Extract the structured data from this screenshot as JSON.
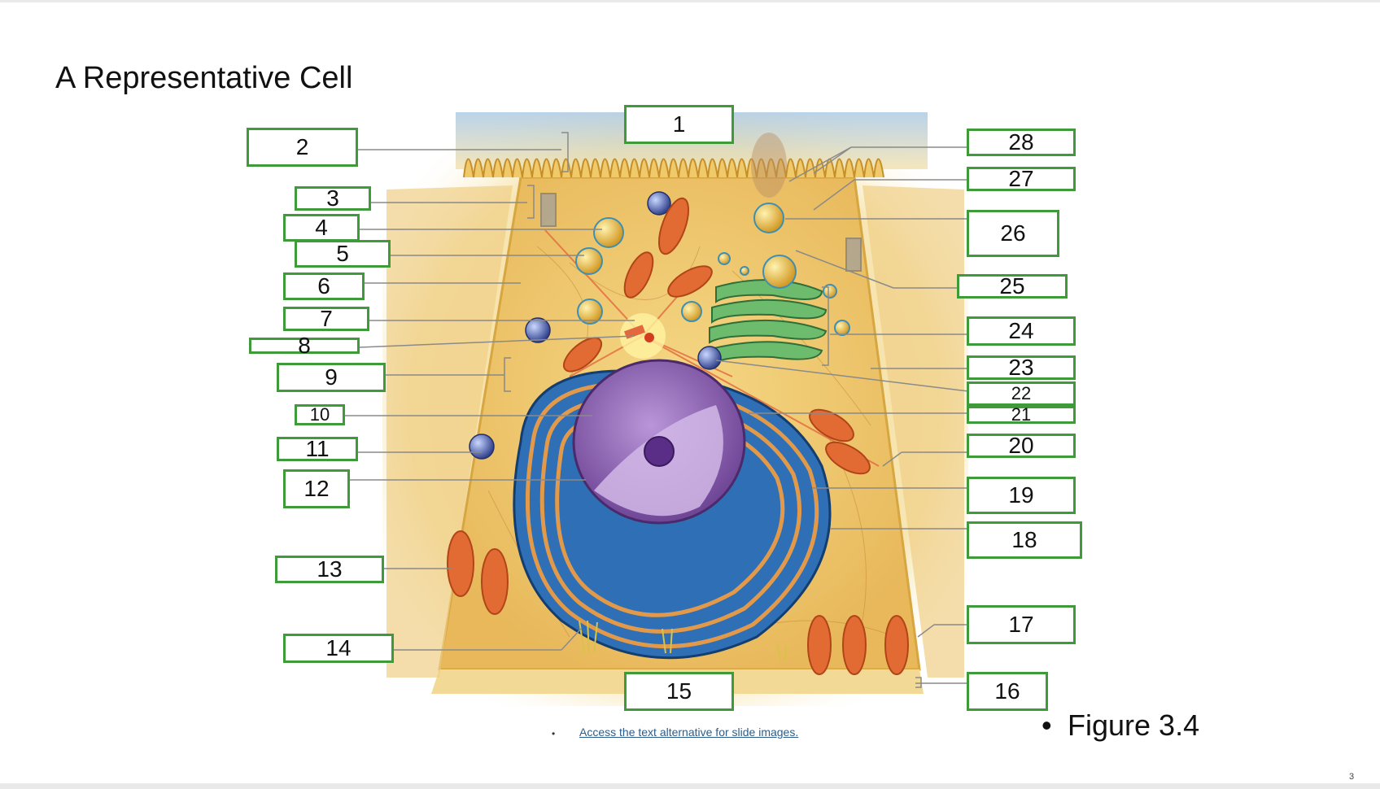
{
  "slide": {
    "title": "A Representative Cell",
    "caption_bullet": "•",
    "caption": "Figure 3.4",
    "access_bullet": "•",
    "access_link": "Access the text alternative for slide images.",
    "page_number": "3"
  },
  "labels": [
    "1",
    "2",
    "3",
    "4",
    "5",
    "6",
    "7",
    "8",
    "9",
    "10",
    "11",
    "12",
    "13",
    "14",
    "15",
    "16",
    "17",
    "18",
    "19",
    "20",
    "21",
    "22",
    "23",
    "24",
    "25",
    "26",
    "27",
    "28"
  ],
  "colors": {
    "label_border": "#3f9a3a",
    "cytoplasm": "#f3d27a",
    "nucleus": "#9a6fc0",
    "rough_er": "#1f5fa8",
    "golgi": "#4e9a5a",
    "mitochondria": "#e0622a",
    "leader_line": "#8a8a8a"
  }
}
